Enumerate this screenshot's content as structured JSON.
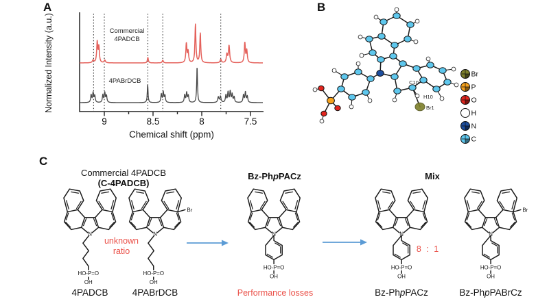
{
  "panels": {
    "a_label": "A",
    "b_label": "B",
    "c_label": "C"
  },
  "chart_data": {
    "type": "line",
    "title": "1H NMR comparison",
    "xlabel": "Chemical shift (ppm)",
    "ylabel": "Normalized Intensity (a.u.)",
    "x_axis_reversed": true,
    "x_range": [
      9.25,
      7.37
    ],
    "x_ticks": [
      9,
      8.5,
      8,
      7.5
    ],
    "x_tick_labels": [
      "9",
      "8.5",
      "8",
      "7.5"
    ],
    "x_minor_ticks": [
      8.75,
      8.25,
      7.75
    ],
    "guides_ppm": [
      9.11,
      9.0,
      8.553,
      8.4,
      7.805
    ],
    "grid": false,
    "series": [
      {
        "name": "Commercial 4PADCB",
        "color": "#e4605a",
        "baseline_y": 92,
        "peaks": [
          [
            9.115,
            4,
            0.008
          ],
          [
            9.073,
            30,
            0.0065
          ],
          [
            9.056,
            23,
            0.0065
          ],
          [
            8.995,
            4,
            0.008
          ],
          [
            8.553,
            8,
            0.006
          ],
          [
            8.4,
            4,
            0.007
          ],
          [
            8.158,
            28,
            0.0065
          ],
          [
            8.14,
            16,
            0.0065
          ],
          [
            8.065,
            56,
            0.006
          ],
          [
            8.015,
            43,
            0.006
          ],
          [
            7.805,
            5,
            0.008
          ],
          [
            7.742,
            12,
            0.007
          ],
          [
            7.72,
            25,
            0.0075
          ],
          [
            7.558,
            29,
            0.0065
          ],
          [
            7.538,
            18,
            0.0065
          ]
        ]
      },
      {
        "name": "4PABrDCB",
        "color": "#474747",
        "baseline_y": 150,
        "peaks": [
          [
            9.135,
            11,
            0.006
          ],
          [
            9.115,
            14,
            0.006
          ],
          [
            9.098,
            10,
            0.006
          ],
          [
            9.015,
            11,
            0.006
          ],
          [
            8.995,
            14,
            0.006
          ],
          [
            8.978,
            10,
            0.006
          ],
          [
            8.555,
            26,
            0.005
          ],
          [
            8.415,
            12,
            0.006
          ],
          [
            8.395,
            15,
            0.006
          ],
          [
            8.378,
            10,
            0.006
          ],
          [
            8.175,
            11,
            0.006
          ],
          [
            8.155,
            14,
            0.006
          ],
          [
            8.138,
            10,
            0.006
          ],
          [
            8.048,
            52,
            0.005
          ],
          [
            7.83,
            8,
            0.007
          ],
          [
            7.808,
            9,
            0.007
          ],
          [
            7.752,
            11,
            0.006
          ],
          [
            7.73,
            15,
            0.006
          ],
          [
            7.708,
            16,
            0.006
          ],
          [
            7.688,
            12,
            0.006
          ],
          [
            7.668,
            8,
            0.006
          ],
          [
            7.572,
            11,
            0.006
          ],
          [
            7.552,
            15,
            0.006
          ],
          [
            7.533,
            9,
            0.006
          ]
        ]
      }
    ]
  },
  "nmr_labels": {
    "series1_line1": "Commercial",
    "series1_line2": "4PADCB",
    "series2": "4PABrDCB"
  },
  "molecule_viewer": {
    "point_labels": {
      "c10": "C10",
      "h10": "H10",
      "br1": "Br1"
    },
    "legend": [
      {
        "symbol": "br-atom",
        "label": "Br",
        "color": "#7d7f2a"
      },
      {
        "symbol": "p-atom",
        "label": "P",
        "color": "#f6a21d"
      },
      {
        "symbol": "o-atom",
        "label": "O",
        "color": "#e2251e"
      },
      {
        "symbol": "h-atom",
        "label": "H",
        "color": "#ffffff"
      },
      {
        "symbol": "n-atom",
        "label": "N",
        "color": "#1d4e9e"
      },
      {
        "symbol": "c-atom",
        "label": "C",
        "color": "#5ec7ed"
      }
    ]
  },
  "scheme": {
    "title1_line1": "Commercial 4PADCB",
    "title1_line2": "(C-4PADCB)",
    "title2": {
      "prefix": "Bz-Ph",
      "italic": "p",
      "suffix": "PACz"
    },
    "title3": "Mix",
    "unknown_line1": "unknown",
    "unknown_line2": "ratio",
    "ratio": "8 : 1",
    "performance": "Performance losses",
    "mol1_label": "4PADCB",
    "mol2_label": "4PABrDCB",
    "mol4_label": {
      "prefix": "Bz-Ph",
      "italic": "p",
      "suffix": "PACz"
    },
    "mol5_label": {
      "prefix": "Bz-Ph",
      "italic": "p",
      "suffix": "PABrCz"
    },
    "atom_labels": {
      "n": "N",
      "br": "Br",
      "po_top": "HO-P=O",
      "po_bottom": "OH"
    },
    "colors": {
      "accent_red": "#ea5048",
      "arrow_blue": "#5b9bd5"
    }
  }
}
